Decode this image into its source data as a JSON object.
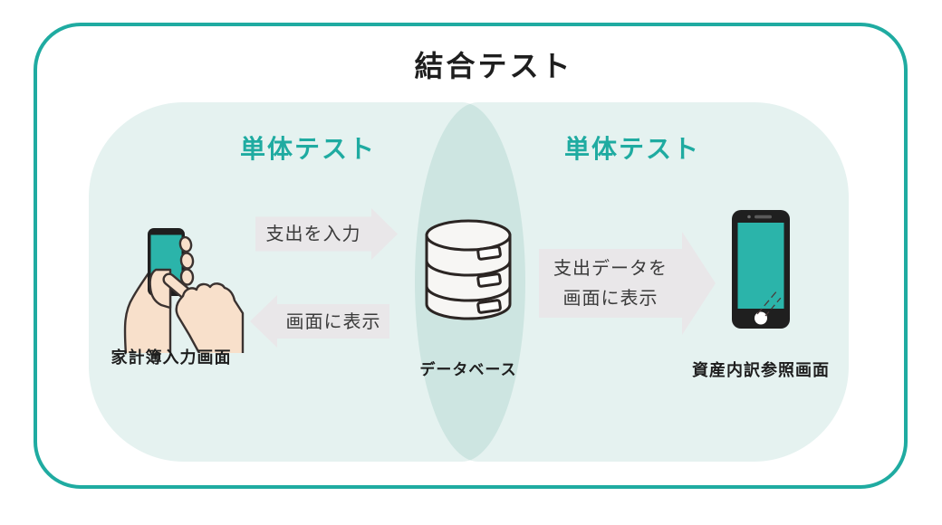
{
  "title": "結合テスト",
  "venn": {
    "left_label": "単体テスト",
    "right_label": "単体テスト"
  },
  "arrows": {
    "input": {
      "label": "支出を入力",
      "direction": "right"
    },
    "display": {
      "label": "画面に表示",
      "direction": "left"
    },
    "show_data": {
      "label": "支出データを\n画面に表示",
      "direction": "right"
    }
  },
  "nodes": {
    "input_screen": {
      "label": "家計簿入力画面",
      "icon": "hand-holding-smartphone-icon"
    },
    "database": {
      "label": "データベース",
      "icon": "database-cylinder-icon"
    },
    "reference_screen": {
      "label": "資産内訳参照画面",
      "icon": "smartphone-icon"
    }
  },
  "colors": {
    "accent": "#1FABA1",
    "venn-fill": "#E5F2F0",
    "arrow-fill": "#E9E7E9",
    "arrow-text": "#3B3B3B",
    "screen-teal": "#2BB4AA",
    "ink": "#1E1E1E",
    "skin": "#F8E0CB",
    "outline-dark": "#3A3230"
  }
}
